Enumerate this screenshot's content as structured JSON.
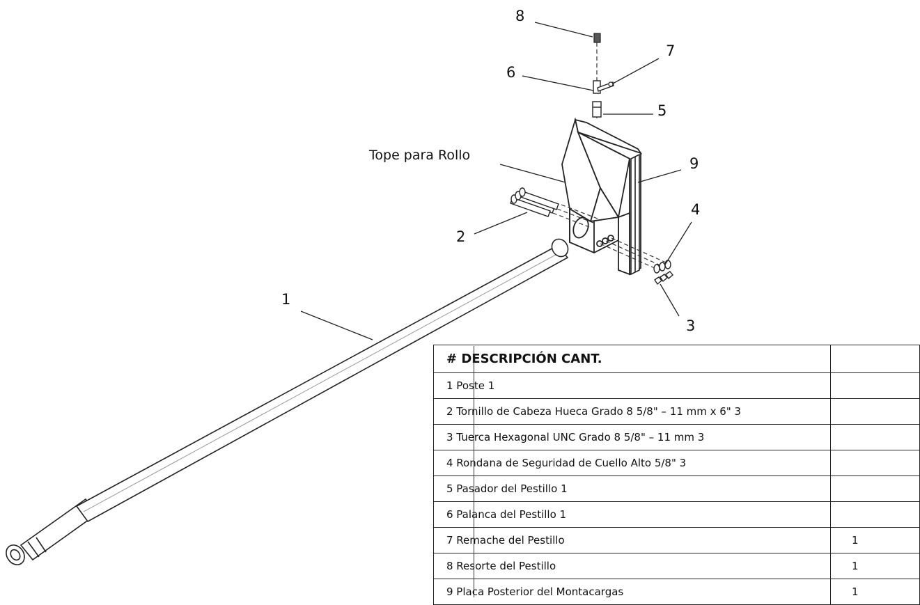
{
  "callouts": {
    "c1": "1",
    "c2": "2",
    "c3": "3",
    "c4": "4",
    "c5": "5",
    "c6": "6",
    "c7": "7",
    "c8": "8",
    "c9": "9",
    "roll_stop": "Tope para Rollo"
  },
  "bom": {
    "header": "# DESCRIPCIÓN CANT.",
    "rows": [
      {
        "text": "1 Poste 1",
        "qty": ""
      },
      {
        "text": "2 Tornillo de Cabeza Hueca Grado 8 5/8\" – 11 mm x 6\" 3",
        "qty": ""
      },
      {
        "text": "3 Tuerca Hexagonal UNC Grado 8 5/8\" – 11 mm 3",
        "qty": ""
      },
      {
        "text": "4 Rondana de Seguridad de Cuello Alto 5/8\" 3",
        "qty": ""
      },
      {
        "text": "5 Pasador del Pestillo 1",
        "qty": ""
      },
      {
        "text": "6 Palanca del Pestillo 1",
        "qty": ""
      },
      {
        "text": "7 Remache del Pestillo",
        "qty": "1"
      },
      {
        "text": "8 Resorte del Pestillo",
        "qty": "1"
      },
      {
        "text": "9 Placa Posterior del Montacargas",
        "qty": "1"
      }
    ]
  }
}
